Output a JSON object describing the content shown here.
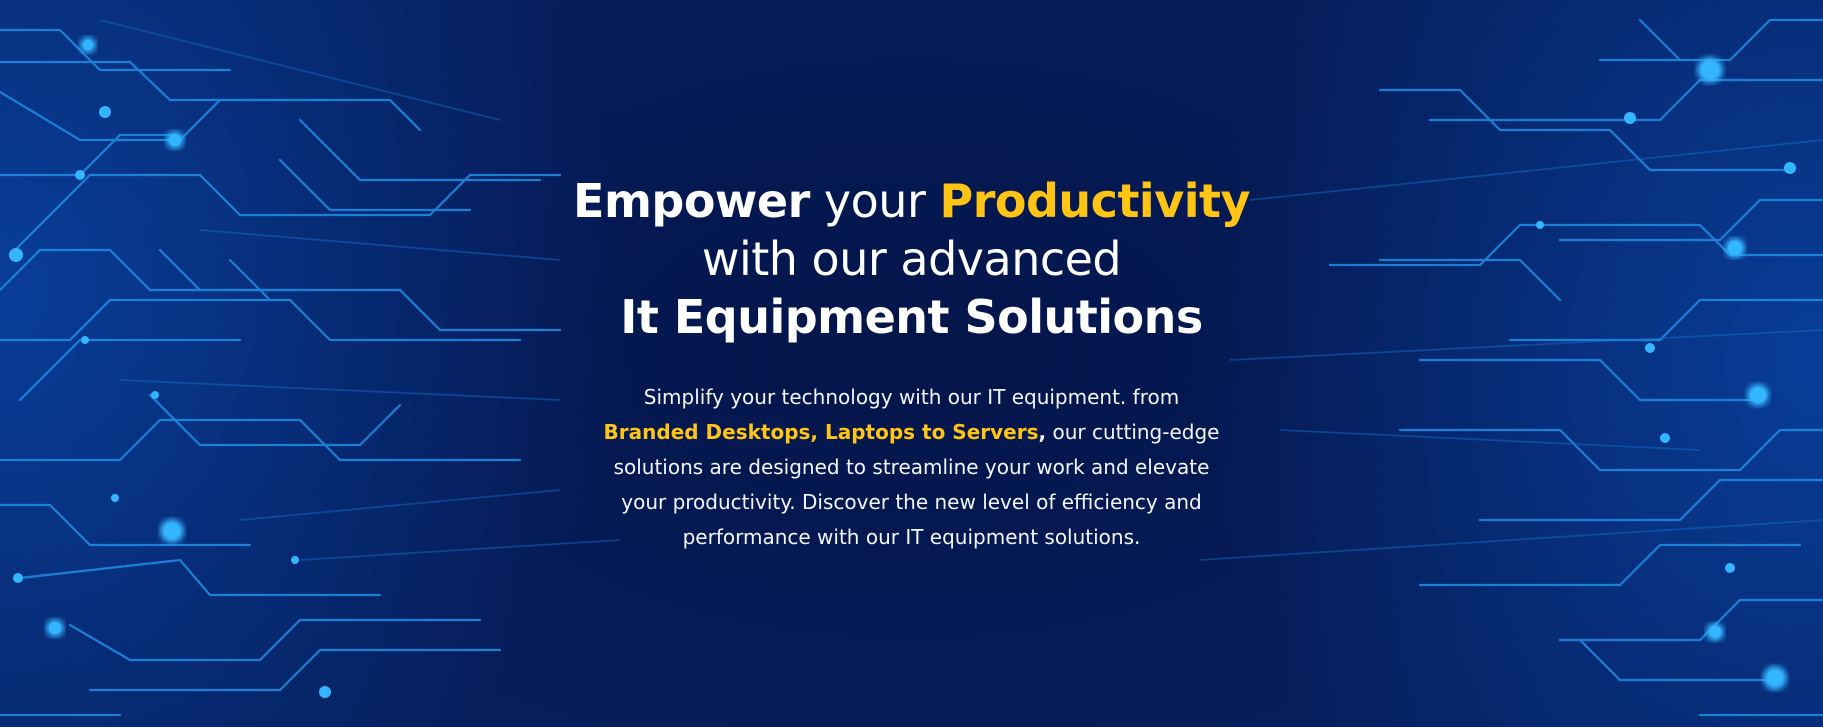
{
  "colors": {
    "background": "#04174a",
    "accent_yellow": "#ffc414",
    "circuit_blue": "#1a8fe8",
    "text_white": "#ffffff"
  },
  "hero": {
    "headline": {
      "line1": {
        "part1": "Empower",
        "part2": " your ",
        "part3": "Productivity"
      },
      "line2": "with our advanced",
      "line3": "It Equipment Solutions"
    },
    "body": {
      "text1": "Simplify your technology with our IT equipment. from ",
      "highlight": "Branded Desktops, Laptops to Servers",
      "comma": ",",
      "text2": " our cutting-edge solutions are designed to streamline your work and elevate your productivity. Discover the new level of efficiency and performance with our IT equipment solutions."
    }
  },
  "background_graphic": "circuit-board-pattern"
}
